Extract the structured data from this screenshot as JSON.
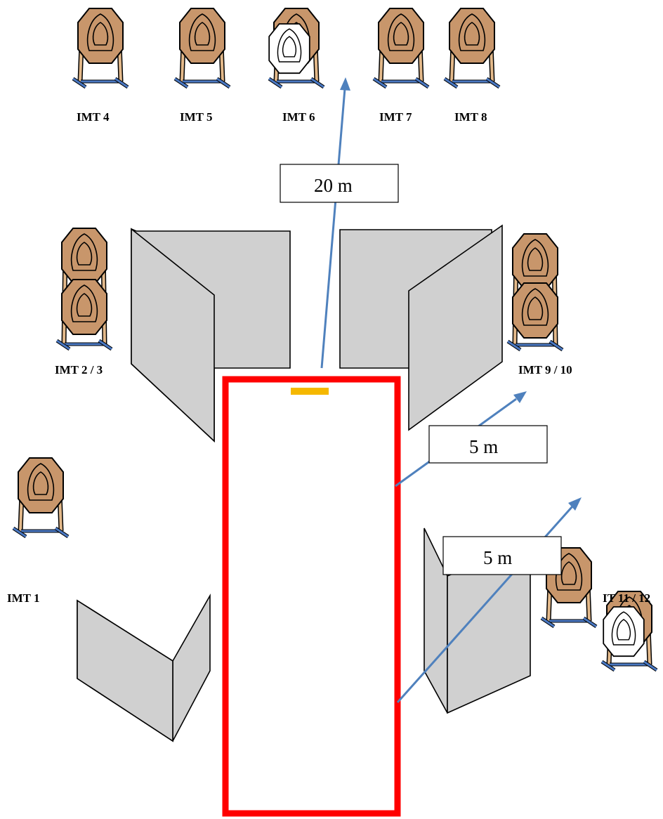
{
  "labels": {
    "imt4": "IMT 4",
    "imt5": "IMT 5",
    "imt6": "IMT 6",
    "imt7": "IMT 7",
    "imt8": "IMT 8",
    "imt23": "IMT 2 / 3",
    "imt910": "IMT 9 / 10",
    "imt1": "IMT 1",
    "it1112": "IT 11 / 12"
  },
  "distances": {
    "top": "20 m",
    "right_upper": "5 m",
    "right_lower": "5 m"
  },
  "colors": {
    "target": "#c8966b",
    "no_shoot_target": "#ffffff",
    "wall": "#d0d0d0",
    "shooting_box": "#ff0000",
    "start_marker": "#f5b800",
    "arrow": "#4f81bd",
    "stand_wood": "#e3b98a",
    "stand_base": "#4a78c2"
  }
}
